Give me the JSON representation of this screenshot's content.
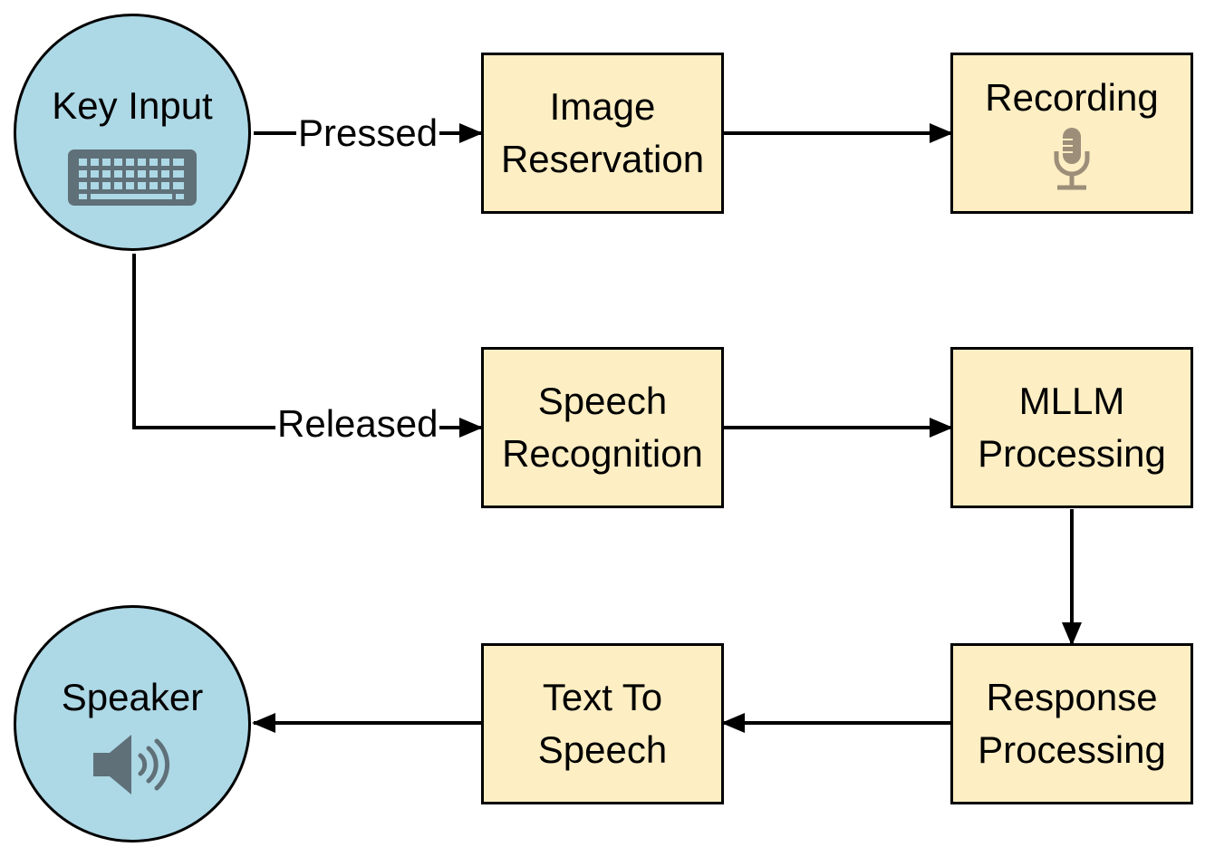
{
  "nodes": {
    "key_input": {
      "label": "Key Input",
      "icon": "keyboard-icon"
    },
    "image_reservation": {
      "lines": [
        "Image",
        "Reservation"
      ]
    },
    "recording": {
      "label": "Recording",
      "icon": "microphone-icon"
    },
    "speech_recognition": {
      "lines": [
        "Speech",
        "Recognition"
      ]
    },
    "mllm_processing": {
      "lines": [
        "MLLM",
        "Processing"
      ]
    },
    "response_processing": {
      "lines": [
        "Response",
        "Processing"
      ]
    },
    "text_to_speech": {
      "lines": [
        "Text To",
        "Speech"
      ]
    },
    "speaker": {
      "label": "Speaker",
      "icon": "speaker-icon"
    }
  },
  "edges": {
    "pressed": "Pressed",
    "released": "Released"
  },
  "colors": {
    "circle_fill": "#add8e6",
    "box_fill": "#fdeec3",
    "icon_gray": "#5f7078",
    "mic_color": "#9c8e78",
    "stroke": "#000000"
  }
}
